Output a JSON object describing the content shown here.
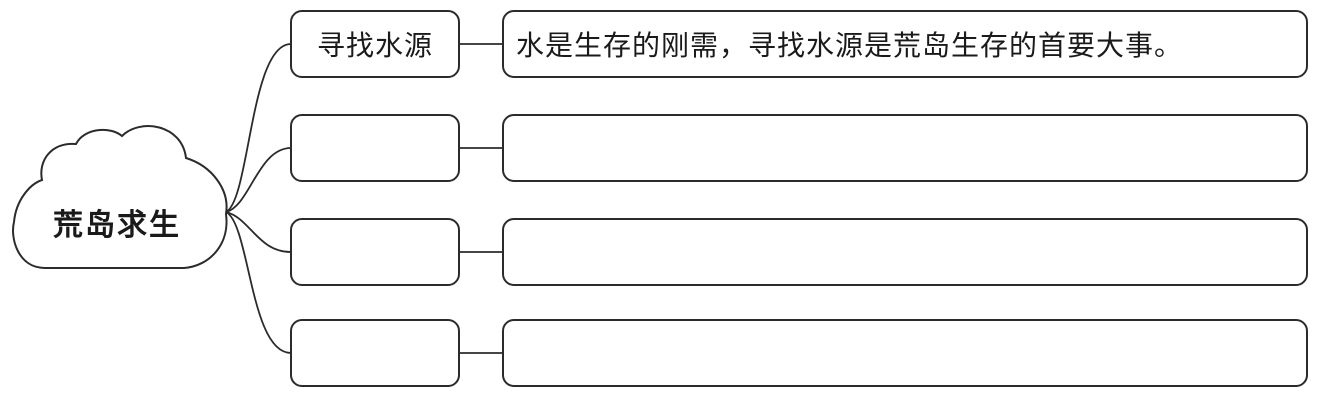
{
  "center": {
    "label": "荒岛求生"
  },
  "branches": [
    {
      "topic": "寻找水源",
      "detail": "水是生存的刚需，寻找水源是荒岛生存的首要大事。"
    },
    {
      "topic": "",
      "detail": ""
    },
    {
      "topic": "",
      "detail": ""
    },
    {
      "topic": "",
      "detail": ""
    }
  ]
}
